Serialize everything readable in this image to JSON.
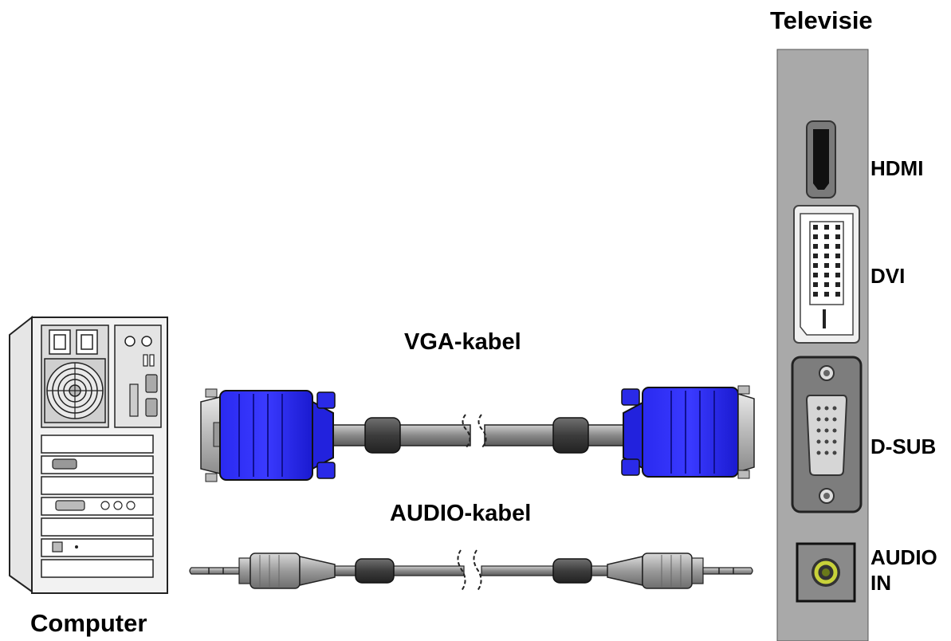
{
  "labels": {
    "tv": "Televisie",
    "computer": "Computer",
    "vga_cable": "VGA-kabel",
    "audio_cable": "AUDIO-kabel"
  },
  "ports": {
    "hdmi": "HDMI",
    "dvi": "DVI",
    "dsub": "D-SUB",
    "audio_in_line1": "AUDIO",
    "audio_in_line2": "IN"
  },
  "colors": {
    "vga_blue": "#1f1fe0",
    "panel_gray": "#a9a9a9",
    "cable_gray": "#7a7a7a",
    "audio_ring": "#c8d23a"
  }
}
